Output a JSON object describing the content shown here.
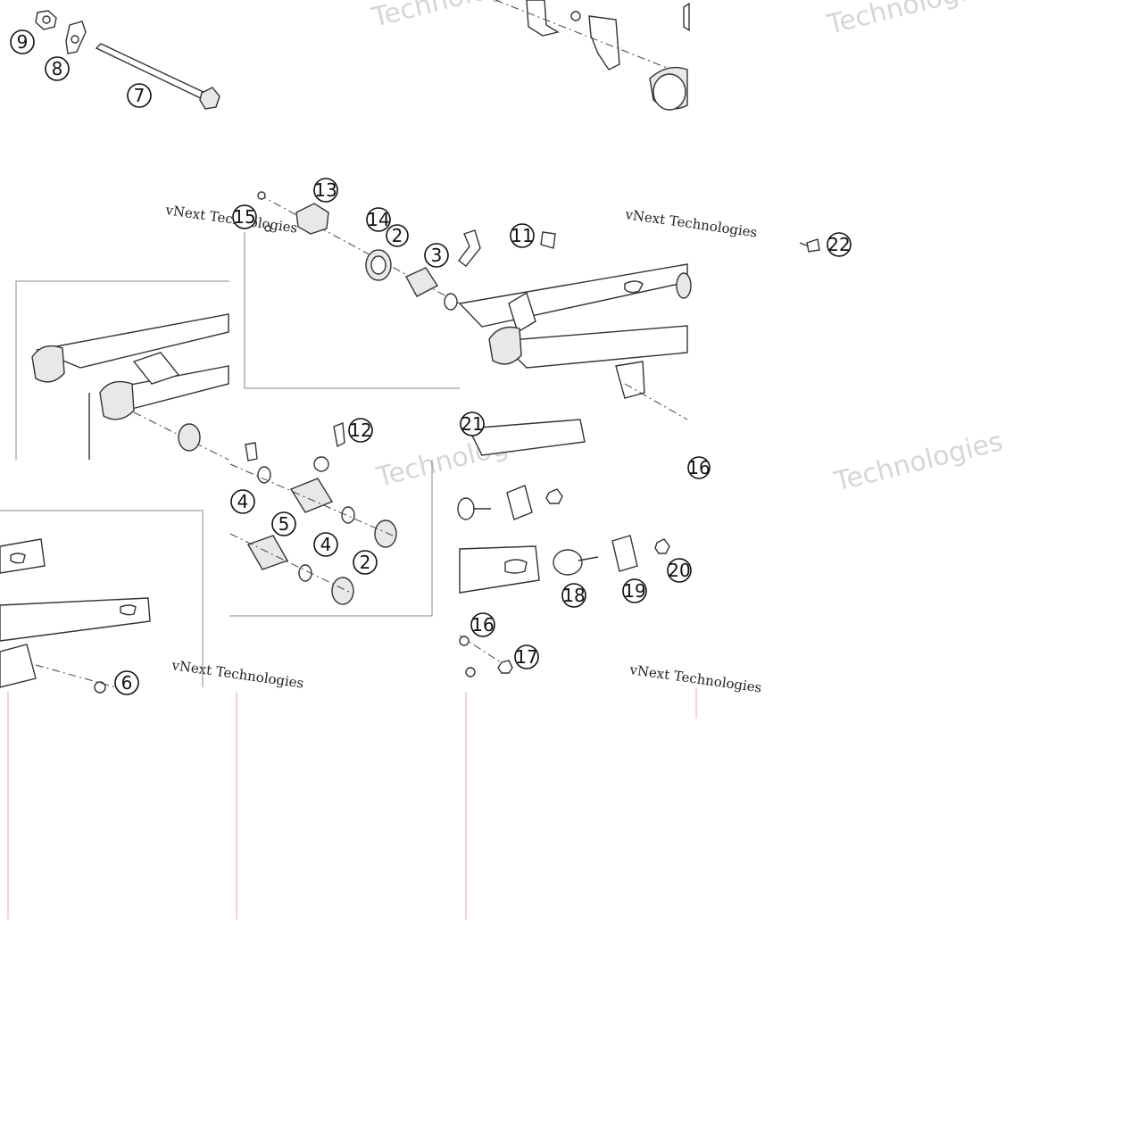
{
  "callouts": [
    "9",
    "8",
    "7",
    "15",
    "13",
    "14",
    "2",
    "3",
    "11",
    "22",
    "12",
    "21",
    "4",
    "5",
    "4",
    "2",
    "6",
    "16",
    "18",
    "19",
    "20",
    "16",
    "17"
  ],
  "brand_text": "vNext Technologies",
  "watermark_text": "Technologies",
  "colors": {
    "line": "#333333",
    "watermark": "#d6d6d6",
    "tile_edge": "#e7a9a0"
  }
}
